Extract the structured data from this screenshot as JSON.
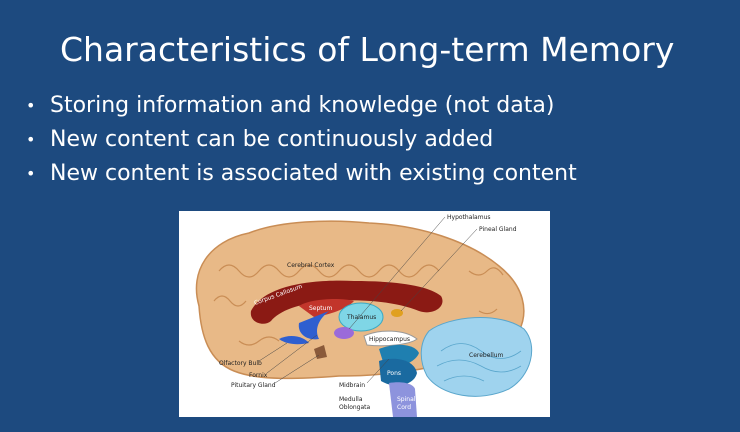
{
  "slide": {
    "title": "Characteristics of Long-term Memory",
    "bullets": [
      "Storing information and knowledge (not data)",
      "New content can be continuously added",
      "New content is associated with existing content"
    ],
    "bullet_glyph": "•"
  },
  "figure": {
    "labels": {
      "hypothalamus": "Hypothalamus",
      "pineal_gland": "Pineal Gland",
      "cerebral_cortex": "Cerebral Cortex",
      "corpus_callosum": "Corpus Callosum",
      "septum": "Septum",
      "thalamus": "Thalamus",
      "hippocampus": "Hippocampus",
      "pons": "Pons",
      "cerebellum": "Cerebellum",
      "olfactory_bulb": "Olfactory Bulb",
      "fornix": "Fornix",
      "pituitary_gland": "Pituitary Gland",
      "midbrain": "Midbrain",
      "medulla_oblongata_1": "Medulla",
      "medulla_oblongata_2": "Oblongata",
      "spinal_cord_1": "Spinal",
      "spinal_cord_2": "Cord"
    },
    "colors": {
      "slide_background": "#1d4a7f",
      "cortex": "#e8b987",
      "corpus_callosum": "#8b1a14",
      "thalamus": "#7fd6e6",
      "cerebellum": "#9fd3ee",
      "pons": "#1f7fb0",
      "spinal_cord": "#8d93dd",
      "fornix": "#2f5fd0"
    }
  }
}
